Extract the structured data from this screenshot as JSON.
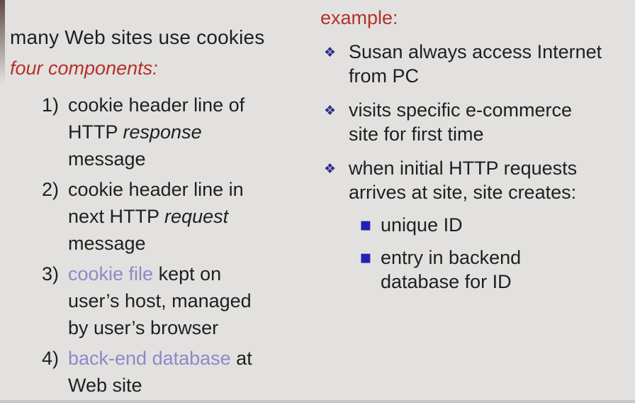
{
  "slide": {
    "background": "#e2e1df",
    "colors": {
      "text": "#1f1f1f",
      "accent_red": "#b5312a",
      "term_purple": "#8f88c9",
      "diamond_bullet_blue": "#2d2d8c",
      "square_bullet_blue": "#2222b2"
    }
  },
  "left": {
    "heading": "many Web sites use cookies",
    "subheading": "four components:",
    "items": [
      {
        "num": "1)",
        "l1": "cookie header line of",
        "l2a": "HTTP ",
        "l2b": "response",
        "l3": "message"
      },
      {
        "num": "2)",
        "l1": "cookie header line in",
        "l2a": "next HTTP ",
        "l2b": "request",
        "l3": "message"
      },
      {
        "num": "3)",
        "l1a": "cookie file",
        "l1b": " kept on",
        "l2": "user’s host, managed",
        "l3": "by user’s browser"
      },
      {
        "num": "4)",
        "l1a": "back-end database",
        "l1b": " at",
        "l2": "Web site"
      }
    ]
  },
  "right": {
    "heading": "example:",
    "diamond_marker": "❖",
    "square_marker": "▪",
    "bullets": [
      {
        "l1": "Susan always access Internet",
        "l2": "from PC"
      },
      {
        "l1": "visits specific e-commerce",
        "l2": "site for first time"
      },
      {
        "l1": "when initial HTTP requests",
        "l2": "arrives at site, site creates:"
      }
    ],
    "sub_bullets": [
      {
        "l1": "unique ID"
      },
      {
        "l1": "entry in backend",
        "l2": "database for ID"
      }
    ]
  }
}
